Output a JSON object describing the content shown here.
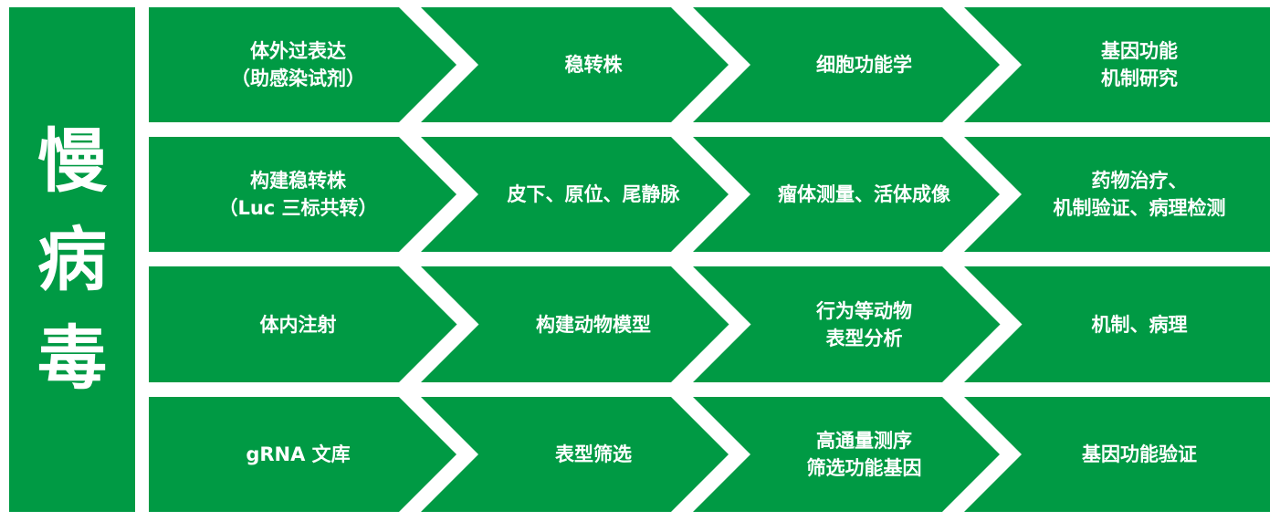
{
  "title_chars": [
    "慢",
    "病",
    "毒"
  ],
  "colors": {
    "green": "#009a44",
    "text": "#ffffff"
  },
  "rows": [
    {
      "cells": [
        "体外过表达\n（助感染试剂）",
        "稳转株",
        "细胞功能学",
        "基因功能\n机制研究"
      ]
    },
    {
      "cells": [
        "构建稳转株\n（Luc 三标共转）",
        "皮下、原位、尾静脉",
        "瘤体测量、活体成像",
        "药物治疗、\n机制验证、病理检测"
      ]
    },
    {
      "cells": [
        "体内注射",
        "构建动物模型",
        "行为等动物\n表型分析",
        "机制、病理"
      ]
    },
    {
      "cells": [
        "gRNA 文库",
        "表型筛选",
        "高通量测序\n筛选功能基因",
        "基因功能验证"
      ]
    }
  ]
}
